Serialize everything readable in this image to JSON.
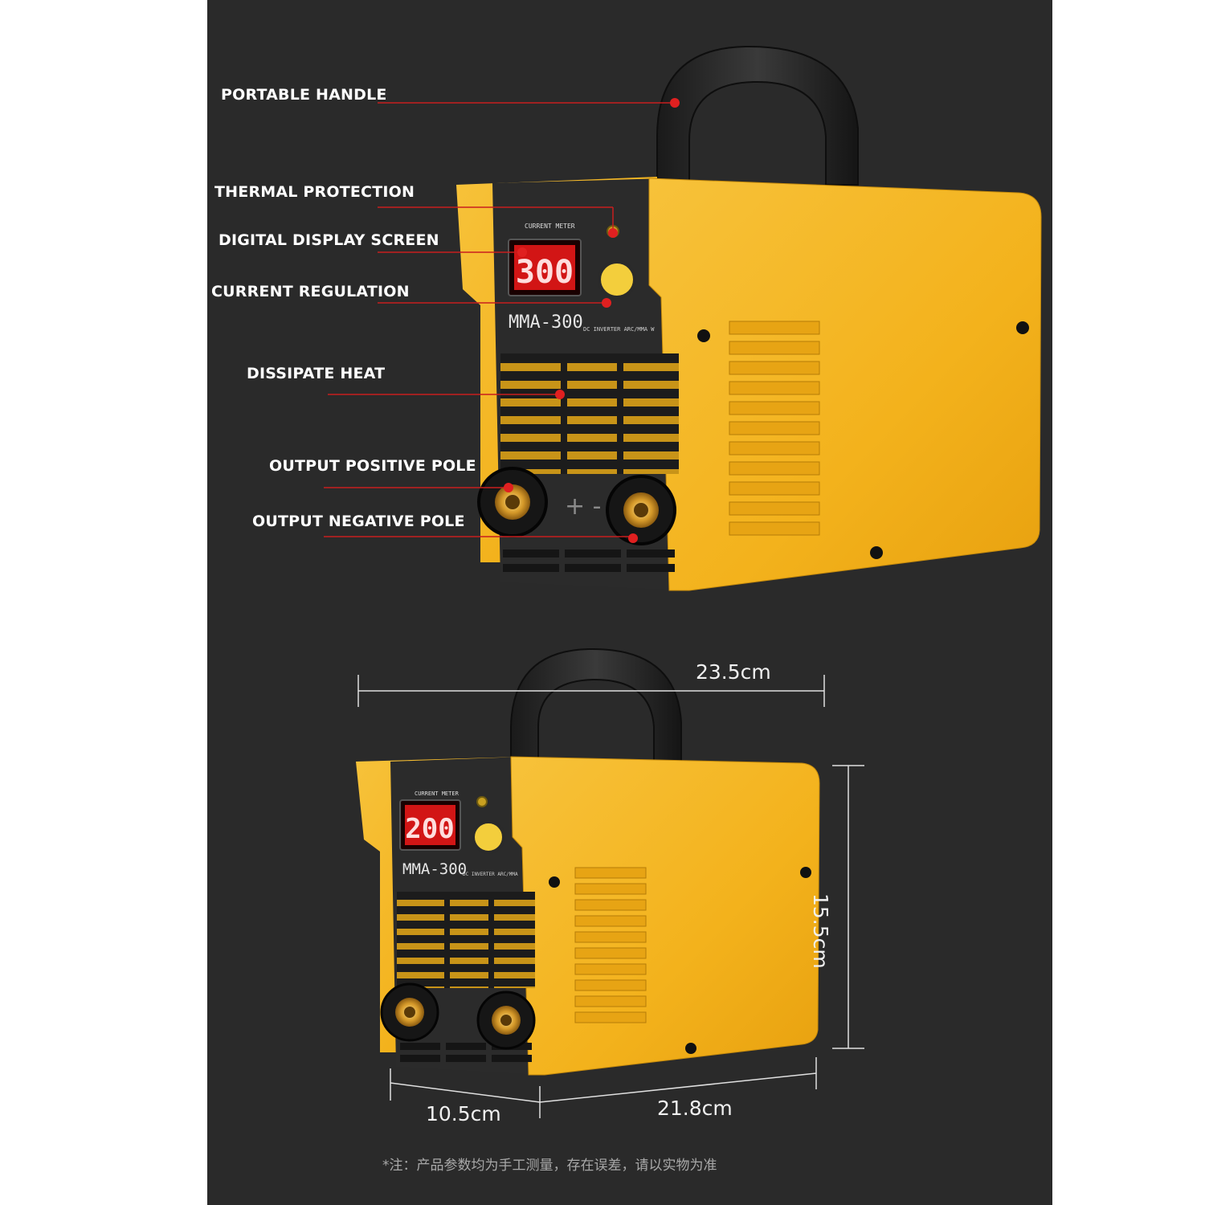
{
  "callouts": {
    "portable_handle": "PORTABLE HANDLE",
    "thermal_protection": "THERMAL PROTECTION",
    "digital_display_screen": "DIGITAL DISPLAY SCREEN",
    "current_regulation": "CURRENT REGULATION",
    "dissipate_heat": "DISSIPATE HEAT",
    "output_positive_pole": "OUTPUT POSITIVE POLE",
    "output_negative_pole": "OUTPUT NEGATIVE POLE"
  },
  "machine_top": {
    "meter_label": "CURRENT METER",
    "display_value": "300",
    "model": "MMA-300",
    "subtitle": "DC INVERTER ARC/MMA W"
  },
  "machine_bottom": {
    "meter_label": "CURRENT METER",
    "display_value": "200",
    "model": "MMA-300",
    "subtitle": "DC INVERTER ARC/MMA"
  },
  "dimensions": {
    "width": "23.5cm",
    "height": "15.5cm",
    "depth": "10.5cm",
    "length": "21.8cm"
  },
  "note": "*注：产品参数均为手工测量，存在误差，请以实物为准",
  "colors": {
    "background": "#2a2a2a",
    "case_yellow": "#f4b51f",
    "front_panel": "#2b2b2b",
    "display_red": "#e01818",
    "leader_line": "#c81e1e"
  }
}
